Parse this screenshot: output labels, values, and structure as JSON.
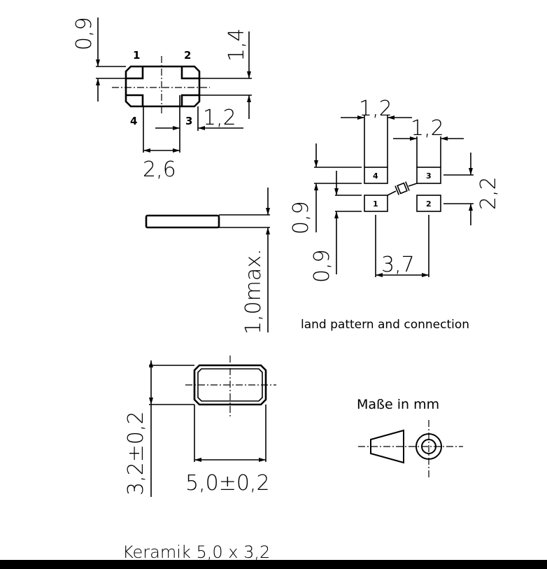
{
  "top_view": {
    "pins": [
      "1",
      "2",
      "3",
      "4"
    ],
    "dim_pad_height": "0,9",
    "dim_pad_gap": "1,4",
    "dim_pad_width": "1,2",
    "dim_pad_spacing": "2,6"
  },
  "side_view": {
    "dim_height": "1,0max."
  },
  "land_pattern": {
    "pins": [
      "1",
      "2",
      "3",
      "4"
    ],
    "dim_pad_width_left": "1,2",
    "dim_pad_width_right": "1,2",
    "dim_height": "2,2",
    "dim_pad_height_upper": "0,9",
    "dim_pad_height_lower": "0,9",
    "dim_spacing": "3,7",
    "caption": "land pattern and connection"
  },
  "bottom_view": {
    "dim_height": "3,2±0,2",
    "dim_width": "5,0±0,2"
  },
  "units_note": "Maße in mm",
  "title": "Keramik 5,0 x 3,2"
}
